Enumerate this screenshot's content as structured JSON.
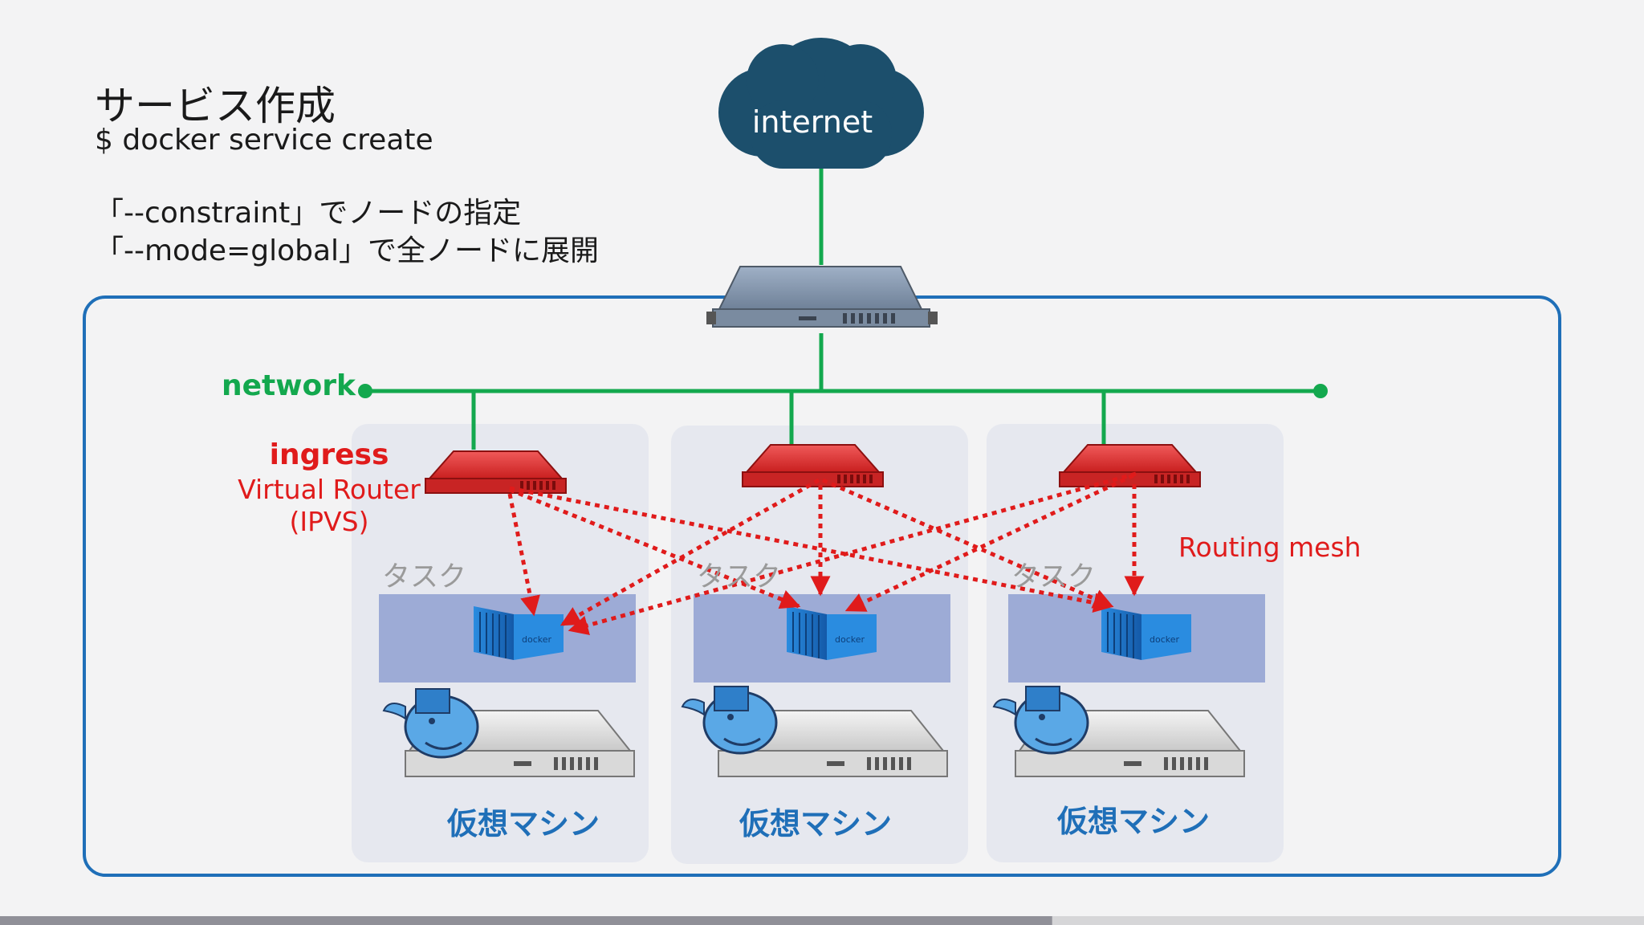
{
  "heading": {
    "title": "サービス作成",
    "command": "$ docker service create",
    "option_constraint": "「--constraint」でノードの指定",
    "option_global": "「--mode=global」で全ノードに展開"
  },
  "cloud": {
    "label": "internet",
    "color": "#1c4f6c"
  },
  "network": {
    "label": "network",
    "color": "#13a84e"
  },
  "ingress": {
    "title": "ingress",
    "subtitle": "Virtual Router",
    "detail": "(IPVS)",
    "color": "#e01b1b"
  },
  "routing_mesh": {
    "label": "Routing mesh"
  },
  "nodes": [
    {
      "task_label": "タスク",
      "vm_label": "仮想マシン"
    },
    {
      "task_label": "タスク",
      "vm_label": "仮想マシン"
    },
    {
      "task_label": "タスク",
      "vm_label": "仮想マシン"
    }
  ],
  "colors": {
    "cluster_border": "#1f6fb8",
    "node_panel": "#e6e8ef",
    "task_area": "#9dabd6",
    "container": "#1b74c8",
    "vm_label": "#1f6fb8",
    "progress": "#909098"
  },
  "progress": {
    "fraction": 0.64
  }
}
